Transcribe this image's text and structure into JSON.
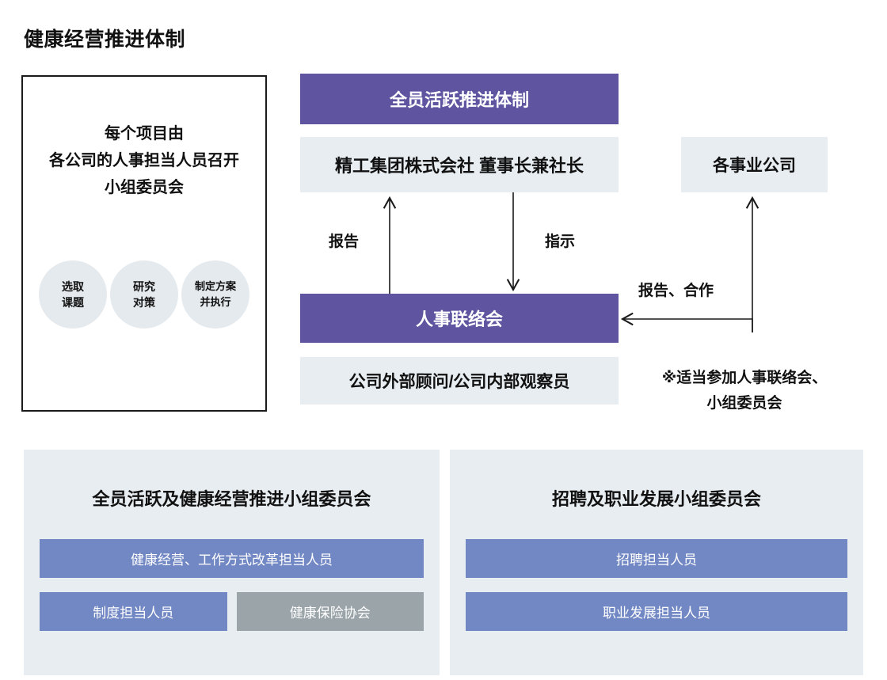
{
  "page": {
    "title": "健康经营推进体制"
  },
  "left_panel": {
    "heading_lines": [
      "每个项目由",
      "各公司的人事担当人员召开",
      "小组委员会"
    ],
    "circles": [
      {
        "line1": "选取",
        "line2": "课题"
      },
      {
        "line1": "研究",
        "line2": "对策"
      },
      {
        "line1": "制定方案",
        "line2": "并执行"
      }
    ]
  },
  "flow": {
    "title_banner": "全员活跃推进体制",
    "ceo": "精工集团株式会社 董事长兼社长",
    "hr_liaison": "人事联络会",
    "advisors": "公司外部顾问/公司内部观察员",
    "business_companies": "各事业公司",
    "label_report": "报告",
    "label_direction": "指示",
    "label_report_cooperate": "报告、合作",
    "note_lines": [
      "※适当参加人事联络会、",
      "小组委员会"
    ]
  },
  "committees": [
    {
      "title": "全员活跃及健康经营推进小组委员会",
      "rows": [
        [
          {
            "label": "健康经营、工作方式改革担当人员",
            "color": "blue",
            "width": "full"
          }
        ],
        [
          {
            "label": "制度担当人员",
            "color": "blue",
            "width": "half"
          },
          {
            "label": "健康保险协会",
            "color": "gray",
            "width": "half"
          }
        ]
      ]
    },
    {
      "title": "招聘及职业发展小组委员会",
      "rows": [
        [
          {
            "label": "招聘担当人员",
            "color": "blue",
            "width": "full"
          }
        ],
        [
          {
            "label": "职业发展担当人员",
            "color": "blue",
            "width": "full"
          }
        ]
      ]
    }
  ],
  "colors": {
    "purple": "#5f54a0",
    "light_box": "#e8edf1",
    "blue_bar": "#7288c4",
    "gray_bar": "#9aa4a9",
    "circle": "#e5eaee",
    "text": "#111111"
  }
}
